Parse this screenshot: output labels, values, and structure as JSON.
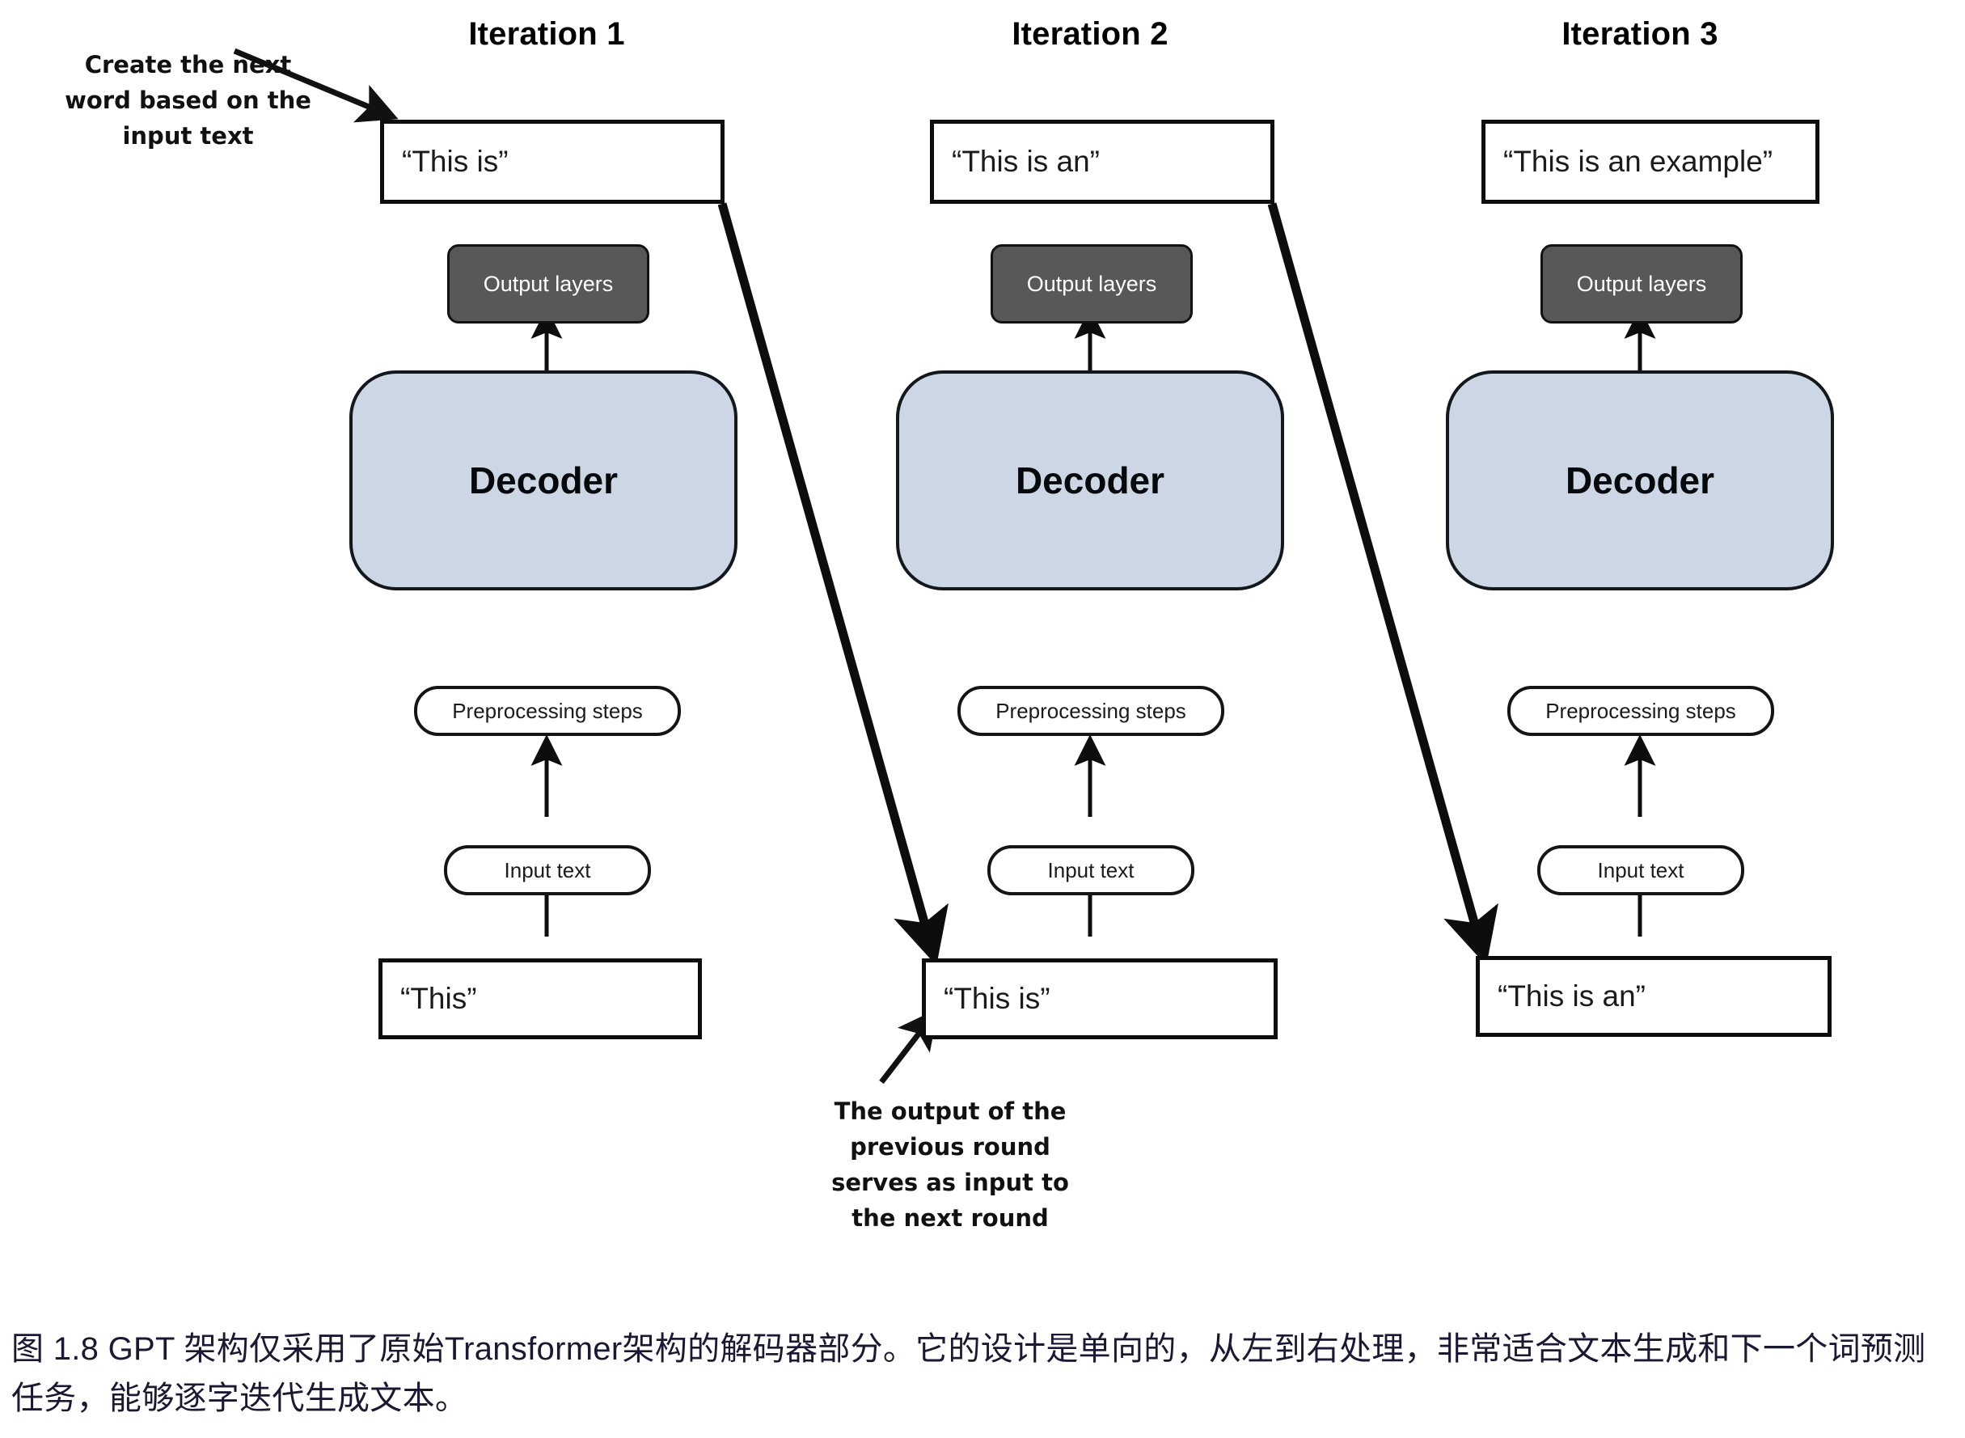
{
  "figure": {
    "title_en": "GPT decoder-only iterative generation",
    "caption": "图 1.8  GPT 架构仅采用了原始Transformer架构的解码器部分。它的设计是单向的，从左到右处理，非常适合文本生成和下一个词预测任务，能够逐字迭代生成文本。"
  },
  "annotations": {
    "top_left": "Create the next\nword based on the\ninput text",
    "bottom_middle": "The output of the\nprevious round\nserves as input to\nthe next round"
  },
  "columns": [
    {
      "title": "Iteration 1",
      "output_text": "“This is”",
      "output_layers_label": "Output layers",
      "decoder_label": "Decoder",
      "preprocessing_label": "Preprocessing steps",
      "input_label": "Input text",
      "input_text": "“This”"
    },
    {
      "title": "Iteration 2",
      "output_text": "“This is an”",
      "output_layers_label": "Output layers",
      "decoder_label": "Decoder",
      "preprocessing_label": "Preprocessing steps",
      "input_label": "Input text",
      "input_text": "“This is”"
    },
    {
      "title": "Iteration 3",
      "output_text": "“This is an example”",
      "output_layers_label": "Output layers",
      "decoder_label": "Decoder",
      "preprocessing_label": "Preprocessing steps",
      "input_label": "Input text",
      "input_text": "“This is an”"
    }
  ],
  "colors": {
    "decoder_fill": "#ccd6e4",
    "output_layers_fill": "#585858",
    "stroke": "#0d0d0d",
    "caption_text": "#191934",
    "page_background": "#ffffff"
  }
}
